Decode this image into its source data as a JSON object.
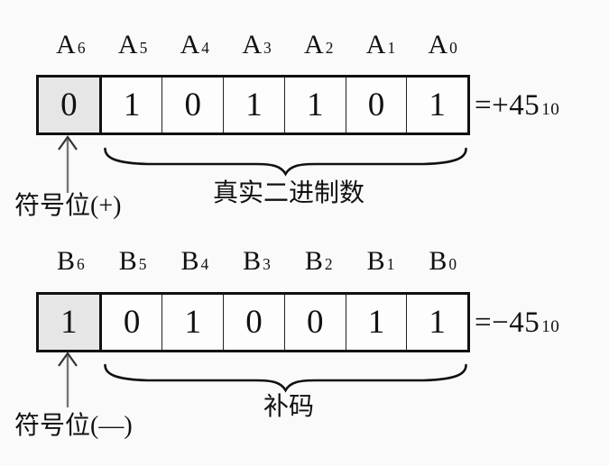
{
  "colors": {
    "page_background": "#fafafa",
    "cell_background": "#fdfdfd",
    "sign_cell_background": "#e6e6e6",
    "box_border": "#111111",
    "arrow_shaft": "#777777",
    "arrow_head": "#333333",
    "text": "#111111"
  },
  "top": {
    "bit_labels": [
      {
        "base": "A",
        "sub": "6"
      },
      {
        "base": "A",
        "sub": "5"
      },
      {
        "base": "A",
        "sub": "4"
      },
      {
        "base": "A",
        "sub": "3"
      },
      {
        "base": "A",
        "sub": "2"
      },
      {
        "base": "A",
        "sub": "1"
      },
      {
        "base": "A",
        "sub": "0"
      }
    ],
    "cells": [
      "0",
      "1",
      "0",
      "1",
      "1",
      "0",
      "1"
    ],
    "result": {
      "prefix": "=+45",
      "sub": "10"
    },
    "brace_label": "真实二进制数",
    "sign_label": "符号位(+)"
  },
  "bottom": {
    "bit_labels": [
      {
        "base": "B",
        "sub": "6"
      },
      {
        "base": "B",
        "sub": "5"
      },
      {
        "base": "B",
        "sub": "4"
      },
      {
        "base": "B",
        "sub": "3"
      },
      {
        "base": "B",
        "sub": "2"
      },
      {
        "base": "B",
        "sub": "1"
      },
      {
        "base": "B",
        "sub": "0"
      }
    ],
    "cells": [
      "1",
      "0",
      "1",
      "0",
      "0",
      "1",
      "1"
    ],
    "result": {
      "prefix": "=−45",
      "sub": "10"
    },
    "brace_label": "补码",
    "sign_label": "符号位(—)"
  }
}
